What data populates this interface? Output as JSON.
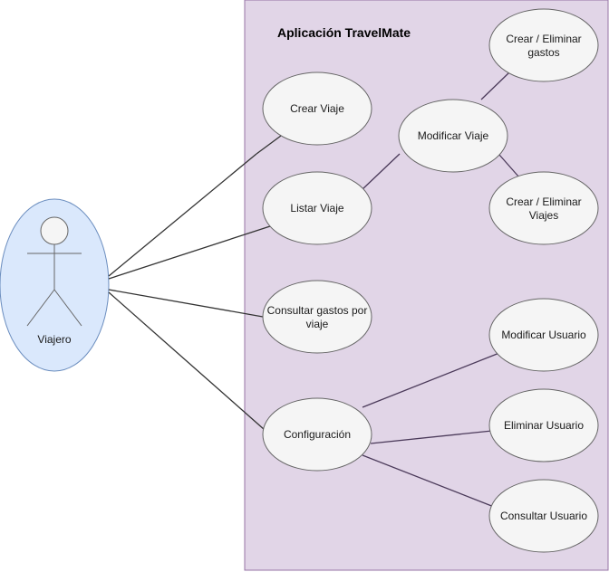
{
  "system": {
    "title": "Aplicación TravelMate",
    "fill": "#e1d5e7",
    "stroke": "#9673a6"
  },
  "actor": {
    "name": "Viajero",
    "fill": "#dae8fc",
    "stroke": "#6c8ebf"
  },
  "colors": {
    "usecase_fill": "#f5f5f5",
    "usecase_stroke": "#666666",
    "line": "#333333",
    "line_purple": "#4b3a5a"
  },
  "usecases": {
    "crear_viaje": [
      "Crear Viaje"
    ],
    "listar_viaje": [
      "Listar Viaje"
    ],
    "modificar_viaje": [
      "Modificar Viaje"
    ],
    "crear_eliminar_gastos": [
      "Crear / Eliminar",
      "gastos"
    ],
    "crear_eliminar_viajes": [
      "Crear / Eliminar",
      "Viajes"
    ],
    "consultar_gastos": [
      "Consultar gastos por",
      "viaje"
    ],
    "configuracion": [
      "Configuración"
    ],
    "modificar_usuario": [
      "Modificar Usuario"
    ],
    "eliminar_usuario": [
      "Eliminar Usuario"
    ],
    "consultar_usuario": [
      "Consultar Usuario"
    ]
  }
}
